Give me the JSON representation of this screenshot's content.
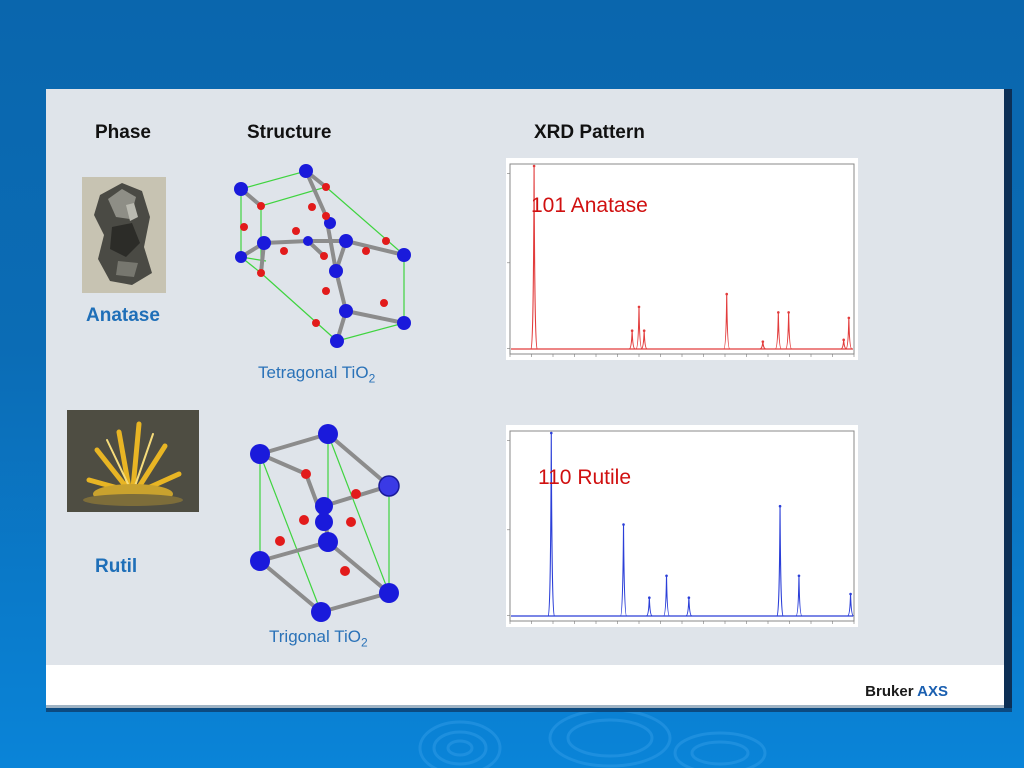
{
  "headers": {
    "phase": "Phase",
    "structure": "Structure",
    "xrd": "XRD Pattern"
  },
  "phases": [
    {
      "name": "Anatase",
      "structure_prefix": "Tetragonal TiO",
      "structure_sub": "2",
      "peak_label": "101 Anatase",
      "color": "#e23c3c",
      "peaks": [
        [
          0.07,
          1.0
        ],
        [
          0.355,
          0.1
        ],
        [
          0.375,
          0.23
        ],
        [
          0.39,
          0.1
        ],
        [
          0.63,
          0.3
        ],
        [
          0.735,
          0.04
        ],
        [
          0.78,
          0.2
        ],
        [
          0.81,
          0.2
        ],
        [
          0.97,
          0.05
        ],
        [
          0.985,
          0.17
        ]
      ]
    },
    {
      "name": "Rutil",
      "structure_prefix": "Trigonal TiO",
      "structure_sub": "2",
      "peak_label": "110 Rutile",
      "color": "#2b3fd8",
      "peaks": [
        [
          0.12,
          1.0
        ],
        [
          0.33,
          0.5
        ],
        [
          0.405,
          0.1
        ],
        [
          0.455,
          0.22
        ],
        [
          0.52,
          0.1
        ],
        [
          0.785,
          0.6
        ],
        [
          0.84,
          0.22
        ],
        [
          0.99,
          0.12
        ]
      ]
    }
  ],
  "brand": {
    "name": "Bruker",
    "accent": "AXS"
  },
  "colors": {
    "atom_large": "#1a1adb",
    "atom_small": "#e21b1b",
    "cell_edge": "#3fd43f",
    "bond": "#8c8c8c"
  }
}
